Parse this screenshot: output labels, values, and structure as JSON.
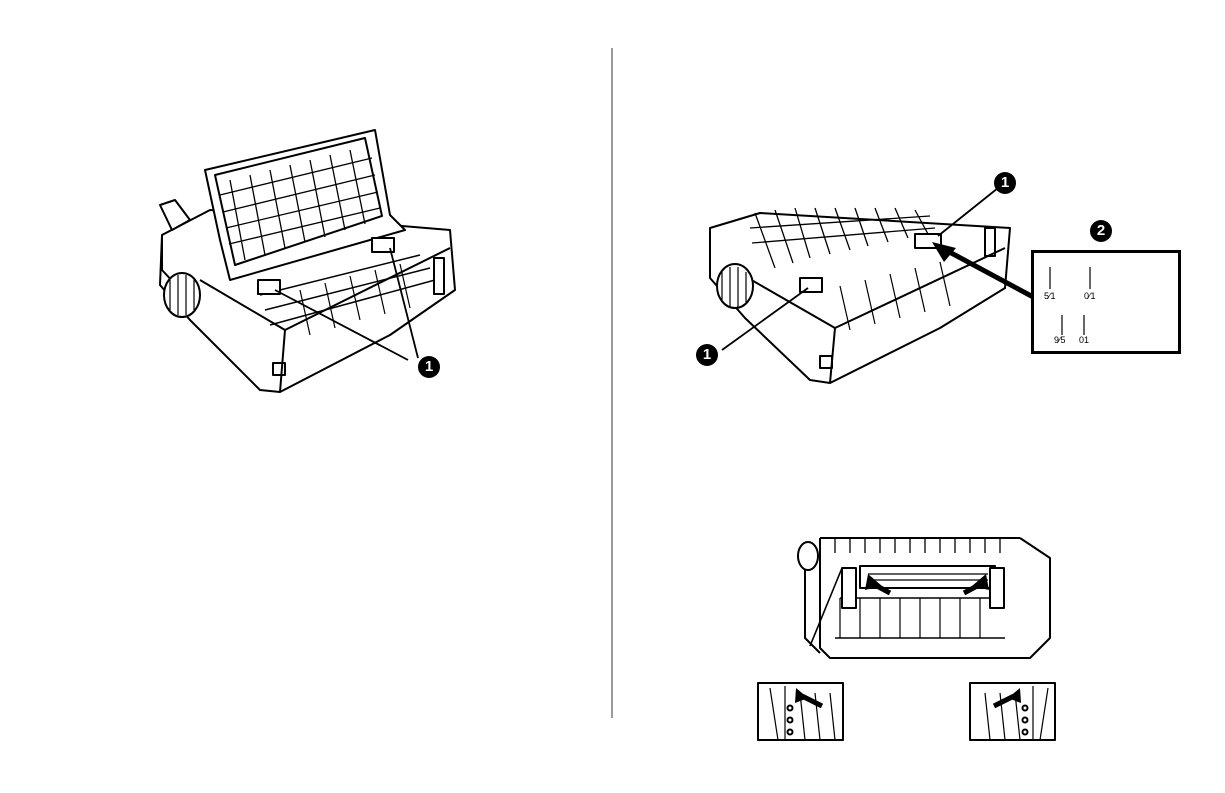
{
  "figure1": {
    "callout": "1"
  },
  "figure2": {
    "callout_left": "1",
    "callout_top": "1",
    "detail_callout": "2",
    "detail_scale": {
      "upper_left": "5⁄1",
      "upper_right": "0⁄1",
      "lower_left": "9⁄5",
      "lower_right": "01"
    }
  },
  "figure3": {}
}
